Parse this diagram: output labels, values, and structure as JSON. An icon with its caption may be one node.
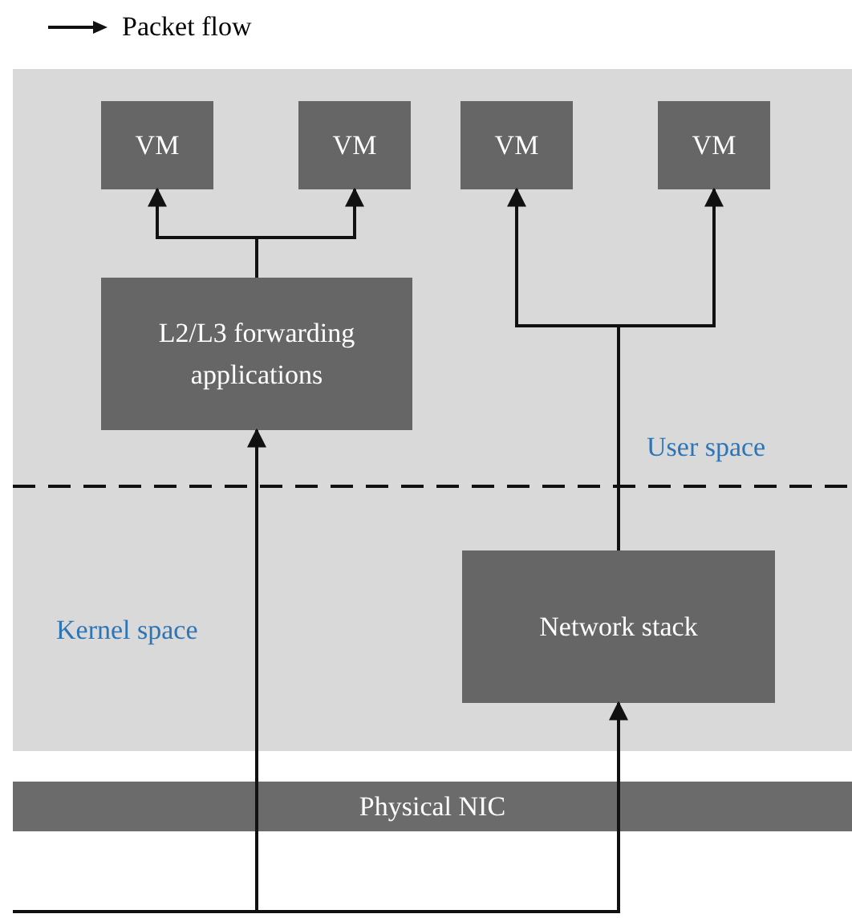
{
  "diagram": {
    "nodes": [
      {
        "text": [
          "VM"
        ]
      },
      {
        "text": [
          "VM"
        ]
      },
      {
        "text": [
          "VM"
        ]
      },
      {
        "text": [
          "VM"
        ]
      },
      {
        "text": [
          "L2/L3 forwarding applications"
        ]
      },
      {
        "text": [
          "Network stack"
        ]
      },
      {
        "text": [
          "Physical NIC"
        ]
      }
    ],
    "edges": [
      {
        "from": 4,
        "to": 0,
        "arrow": "to"
      },
      {
        "from": 4,
        "to": 1,
        "arrow": "to"
      },
      {
        "from": 5,
        "to": 2,
        "arrow": "to"
      },
      {
        "from": 5,
        "to": 3,
        "arrow": "to"
      },
      {
        "from": null,
        "to": 4,
        "arrow": "to"
      },
      {
        "from": null,
        "to": 5,
        "arrow": "to"
      }
    ],
    "labels": [
      "User space",
      "Kernel space"
    ],
    "legend": [
      {
        "text": "Packet flow"
      }
    ]
  }
}
